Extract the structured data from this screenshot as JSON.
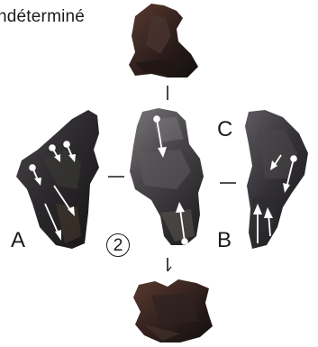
{
  "figure": {
    "title": "ndéterminé",
    "face_labels": {
      "a": "A",
      "b": "B",
      "c": "C"
    },
    "piece_number": "2",
    "colors": {
      "stone_dark": "#1e1c1e",
      "stone_mid": "#3c3a3e",
      "stone_light": "#6e6a6e",
      "stone_brown": "#3a2824",
      "arrow": "#ffffff",
      "ink": "#1a1a1a"
    },
    "views": [
      "top-view",
      "left-view-a",
      "center-view",
      "right-view-b",
      "bottom-view"
    ]
  }
}
